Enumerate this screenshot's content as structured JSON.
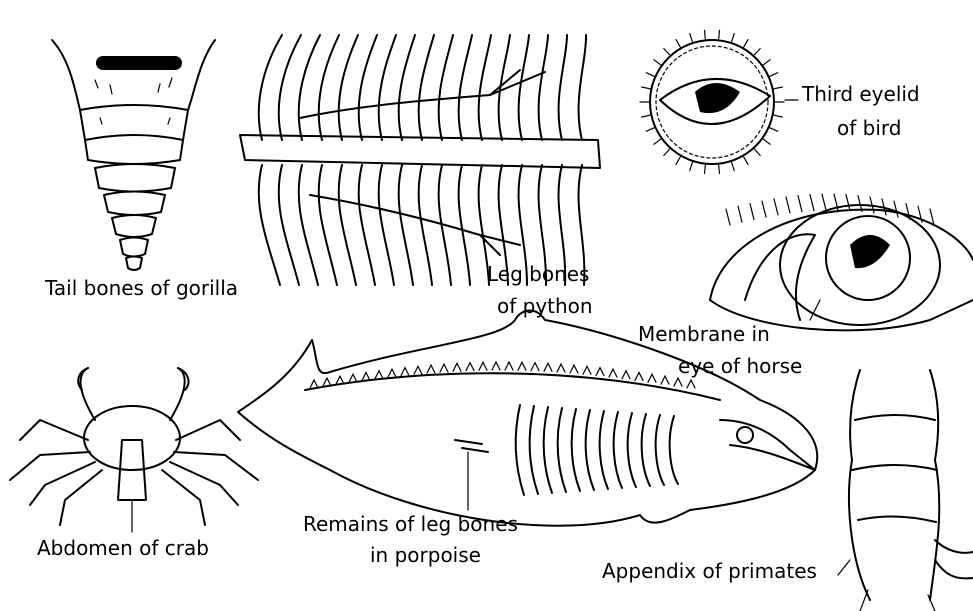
{
  "labels": {
    "gorilla": "Tail bones of gorilla",
    "python_line1": "Leg bones",
    "python_line2": "of python",
    "bird_line1": "Third eyelid",
    "bird_line2": "of bird",
    "horse_line1": "Membrane in",
    "horse_line2": "eye of horse",
    "crab": "Abdomen of crab",
    "porpoise_line1": "Remains of leg bones",
    "porpoise_line2": "in porpoise",
    "appendix": "Appendix of primates"
  },
  "icons": [
    "gorilla-tail-bones",
    "python-skeleton",
    "bird-eye",
    "horse-eye",
    "crab",
    "porpoise-skeleton",
    "appendix"
  ],
  "colors": {
    "ink": "#000000",
    "background": "#ffffff"
  }
}
